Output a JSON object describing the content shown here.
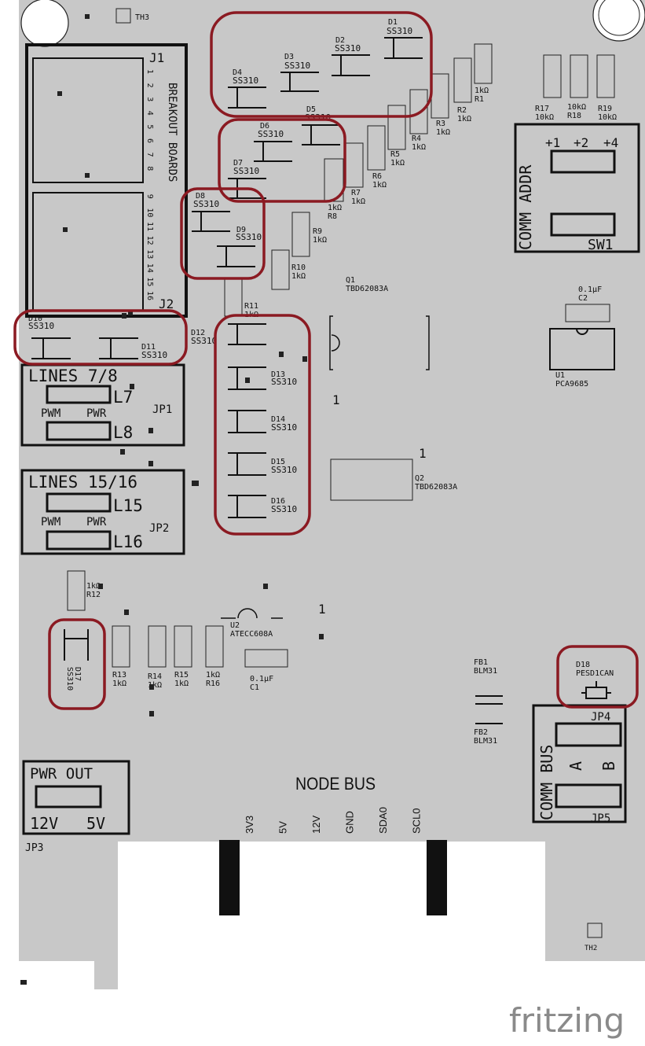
{
  "board": {
    "colors": {
      "board": "#c8c8c8",
      "silk": "#111111",
      "highlight": "#8b1a22",
      "connector": "#111111"
    },
    "breakout": {
      "j1": "J1",
      "j2": "J2",
      "label": "BREAKOUT BOARDS",
      "pins": [
        "1",
        "2",
        "3",
        "4",
        "5",
        "6",
        "7",
        "8",
        "9",
        "10",
        "11",
        "12",
        "13",
        "14",
        "15",
        "16"
      ]
    },
    "thermals": {
      "th3": "TH3",
      "th2": "TH2"
    },
    "diodes": [
      {
        "ref": "D1",
        "part": "SS310"
      },
      {
        "ref": "D2",
        "part": "SS310"
      },
      {
        "ref": "D3",
        "part": "SS310"
      },
      {
        "ref": "D4",
        "part": "SS310"
      },
      {
        "ref": "D5",
        "part": "SS310"
      },
      {
        "ref": "D6",
        "part": "SS310"
      },
      {
        "ref": "D7",
        "part": "SS310"
      },
      {
        "ref": "D8",
        "part": "SS310"
      },
      {
        "ref": "D9",
        "part": "SS310"
      },
      {
        "ref": "D10",
        "part": "SS310"
      },
      {
        "ref": "D11",
        "part": "SS310"
      },
      {
        "ref": "D12",
        "part": "SS310"
      },
      {
        "ref": "D13",
        "part": "SS310"
      },
      {
        "ref": "D14",
        "part": "SS310"
      },
      {
        "ref": "D15",
        "part": "SS310"
      },
      {
        "ref": "D16",
        "part": "SS310"
      },
      {
        "ref": "D17",
        "part": "SS310"
      },
      {
        "ref": "D18",
        "part": "PESD1CAN"
      }
    ],
    "resistors": [
      {
        "ref": "R1",
        "value": "1kΩ"
      },
      {
        "ref": "R2",
        "value": "1kΩ"
      },
      {
        "ref": "R3",
        "value": "1kΩ"
      },
      {
        "ref": "R4",
        "value": "1kΩ"
      },
      {
        "ref": "R5",
        "value": "1kΩ"
      },
      {
        "ref": "R6",
        "value": "1kΩ"
      },
      {
        "ref": "R7",
        "value": "1kΩ"
      },
      {
        "ref": "R8",
        "value": "1kΩ"
      },
      {
        "ref": "R9",
        "value": "1kΩ"
      },
      {
        "ref": "R10",
        "value": "1kΩ"
      },
      {
        "ref": "R11",
        "value": "1kΩ"
      },
      {
        "ref": "R12",
        "value": "1kΩ"
      },
      {
        "ref": "R13",
        "value": "1kΩ"
      },
      {
        "ref": "R14",
        "value": "1kΩ"
      },
      {
        "ref": "R15",
        "value": "1kΩ"
      },
      {
        "ref": "R16",
        "value": "1kΩ"
      },
      {
        "ref": "R17",
        "value": "10kΩ"
      },
      {
        "ref": "R18",
        "value": "10kΩ"
      },
      {
        "ref": "R19",
        "value": "10kΩ"
      }
    ],
    "capacitors": [
      {
        "ref": "C1",
        "value": "0.1µF"
      },
      {
        "ref": "C2",
        "value": "0.1µF"
      }
    ],
    "ics": [
      {
        "ref": "Q1",
        "part": "TBD62083A"
      },
      {
        "ref": "Q2",
        "part": "TBD62083A"
      },
      {
        "ref": "U1",
        "part": "PCA9685"
      },
      {
        "ref": "U2",
        "part": "ATECC608A"
      }
    ],
    "ferrites": [
      {
        "ref": "FB1",
        "part": "BLM31"
      },
      {
        "ref": "FB2",
        "part": "BLM31"
      }
    ],
    "comm_addr": {
      "title": "COMM ADDR",
      "options": [
        "+1",
        "+2",
        "+4"
      ],
      "switch": "SW1"
    },
    "jp1": {
      "title": "LINES 7/8",
      "lines": [
        "L7",
        "L8"
      ],
      "pwm": "PWM",
      "pwr": "PWR",
      "ref": "JP1"
    },
    "jp2": {
      "title": "LINES 15/16",
      "lines": [
        "L15",
        "L16"
      ],
      "pwm": "PWM",
      "pwr": "PWR",
      "ref": "JP2"
    },
    "pwr_out": {
      "title": "PWR OUT",
      "v12": "12V",
      "v5": "5V",
      "ref": "JP3"
    },
    "comm_bus": {
      "title": "COMM BUS",
      "a": "A",
      "b": "B",
      "jp4": "JP4",
      "jp5": "JP5"
    },
    "node_bus": {
      "title": "NODE BUS",
      "pins": [
        "3V3",
        "5V",
        "12V",
        "GND",
        "SDA0",
        "SCL0"
      ]
    },
    "brand": "fritzing",
    "pin1": "1"
  }
}
